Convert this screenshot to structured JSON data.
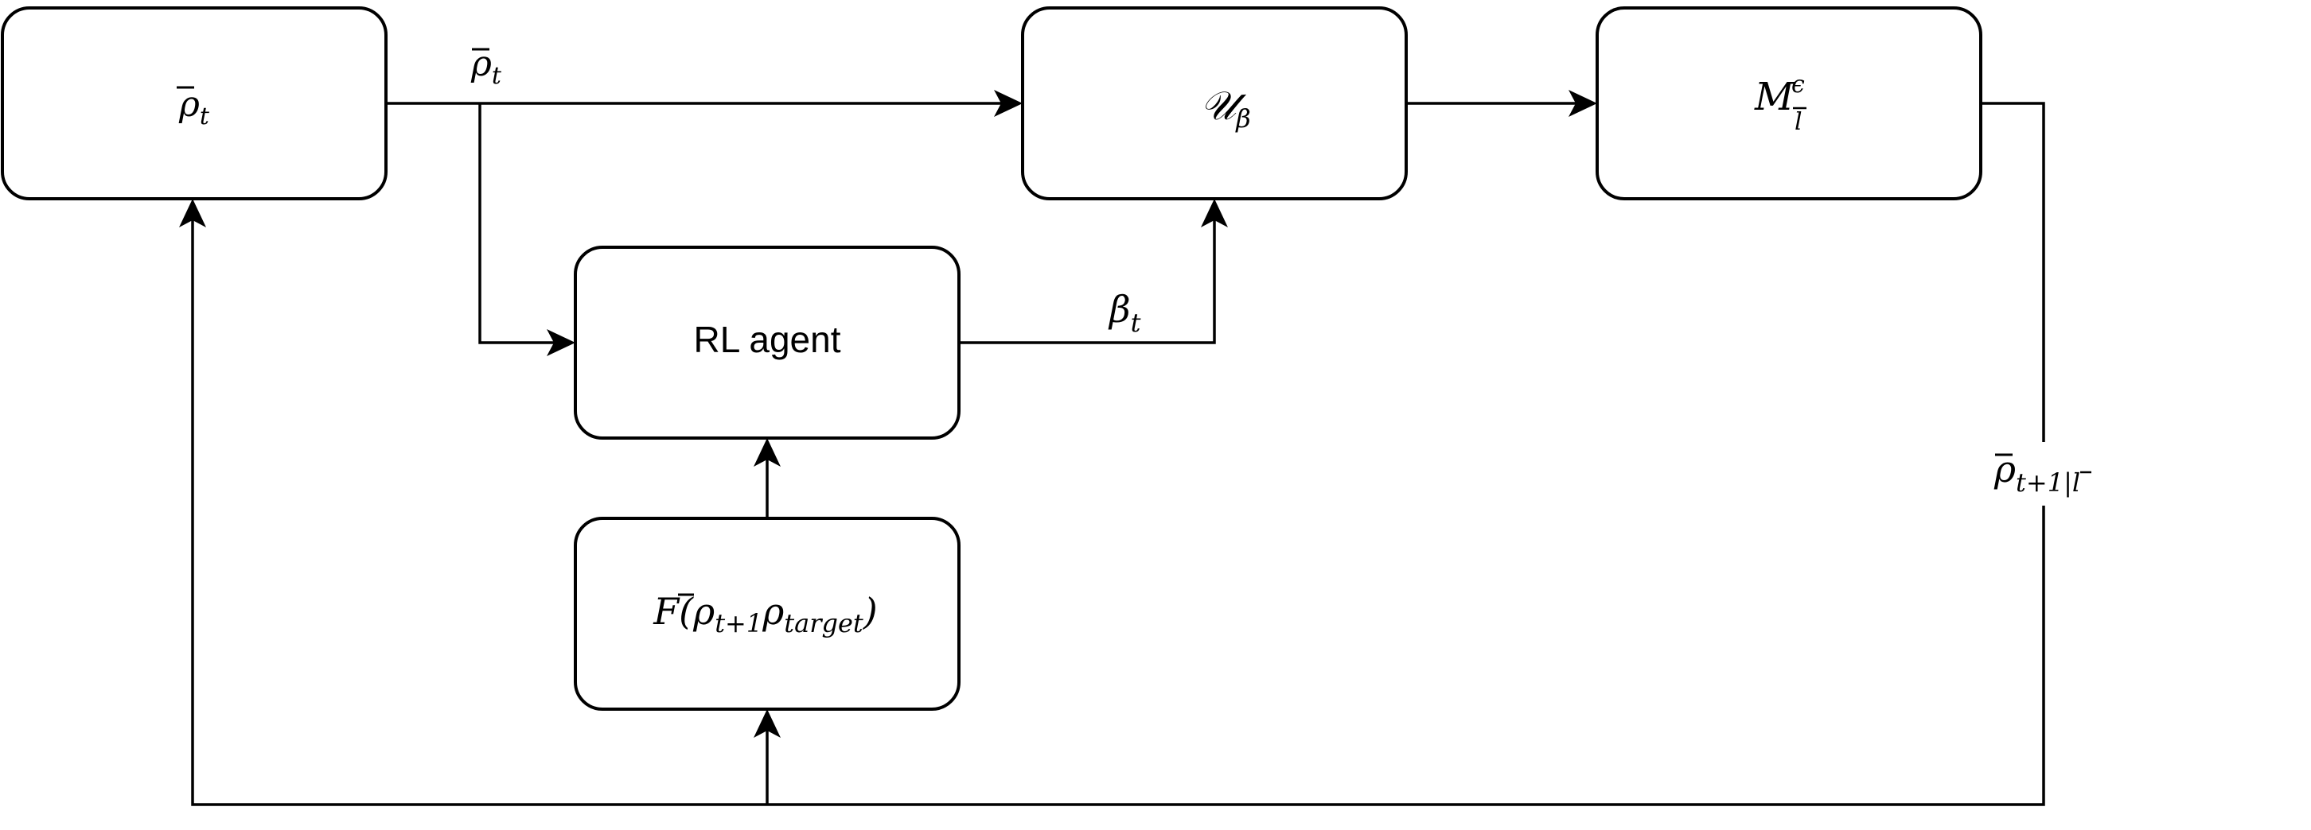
{
  "nodes": {
    "state": {
      "symbol": "ρ",
      "sub": "t"
    },
    "unitary": {
      "symbol": "𝒰",
      "sub": "β"
    },
    "measurement": {
      "symbol": "M",
      "sup": "ϵ",
      "sub": "l"
    },
    "agent": {
      "label": "RL agent"
    },
    "fidelity": {
      "prefix": "F(",
      "rho": "ρ",
      "sub1": "t+1",
      "rho2": "ρ",
      "sub2": "target",
      "suffix": ")"
    }
  },
  "edges": {
    "state_out": {
      "symbol": "ρ",
      "sub": "t"
    },
    "action": {
      "symbol": "β",
      "sub": "t"
    },
    "feedback": {
      "symbol": "ρ",
      "sub_a": "t+1|",
      "sub_b": "l"
    }
  }
}
